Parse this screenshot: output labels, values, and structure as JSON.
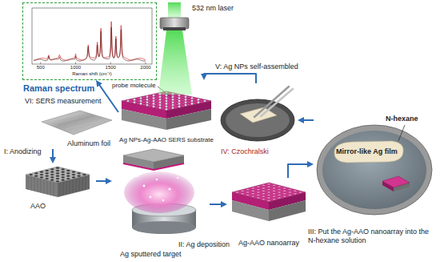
{
  "diagram": {
    "nodes": [
      {
        "text": [
          "Raman spectrum"
        ]
      },
      {
        "text": [
          "Aluminum foil"
        ]
      },
      {
        "text": [
          "AAO"
        ]
      },
      {
        "text": [
          "Ag sputtered target"
        ]
      },
      {
        "text": [
          "Ag-AAO nanoarray"
        ]
      },
      {
        "text": [
          "N-hexane",
          "Mirror-like Ag film"
        ]
      },
      {
        "text": [
          "IV: Czochralski"
        ]
      },
      {
        "text": [
          "Ag NPs-Ag-AAO SERS substrate"
        ]
      }
    ],
    "edges": [
      {
        "from": 1,
        "to": 2,
        "arrow": "to",
        "label": "I: Anodizing"
      },
      {
        "from": 2,
        "to": 3,
        "arrow": "to"
      },
      {
        "from": 3,
        "to": 4,
        "arrow": "to",
        "label": "II: Ag deposition"
      },
      {
        "from": 4,
        "to": 5,
        "arrow": "to",
        "label": "III: Put the Ag-AAO nanoarray into the N-hexane solution"
      },
      {
        "from": 5,
        "to": 6,
        "arrow": "to"
      },
      {
        "from": 6,
        "to": 7,
        "arrow": "to",
        "label": "V: Ag NPs self-assembled"
      },
      {
        "from": 7,
        "to": 0,
        "arrow": "to",
        "label": "VI: SERS measurement"
      }
    ],
    "labels": [
      "532 nm laser",
      "probe molecule",
      "500",
      "1000",
      "1500",
      "2000",
      "Raman shift (cm⁻¹)"
    ]
  }
}
